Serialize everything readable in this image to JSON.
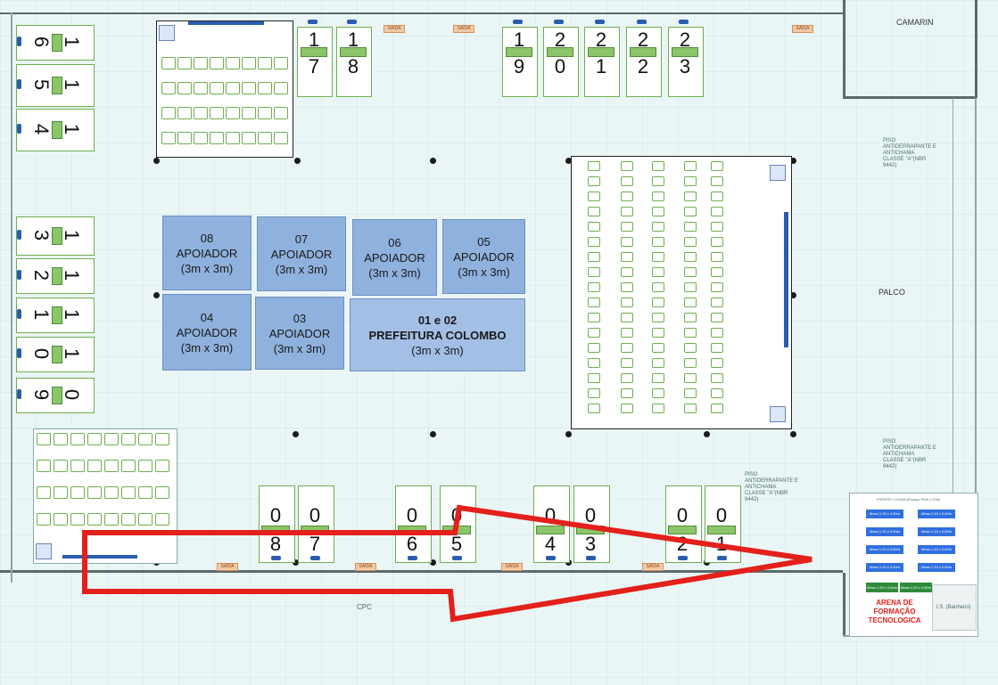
{
  "title_top_right": "CAMARIN",
  "room_label": "PALCO",
  "cpc_label": "CPC",
  "saida_label": "SAÍDA",
  "floor_note": "PISO ANTIDERRAPANTE E ANTICHAMA CLASSE \"A\"(NBR 9442)",
  "stands": [
    {
      "id": "08",
      "line1": "08",
      "line2": "APOIADOR",
      "line3": "(3m x 3m)"
    },
    {
      "id": "07",
      "line1": "07",
      "line2": "APOIADOR",
      "line3": "(3m x 3m)"
    },
    {
      "id": "06",
      "line1": "06",
      "line2": "APOIADOR",
      "line3": "(3m x 3m)"
    },
    {
      "id": "05",
      "line1": "05",
      "line2": "APOIADOR",
      "line3": "(3m x 3m)"
    },
    {
      "id": "04",
      "line1": "04",
      "line2": "APOIADOR",
      "line3": "(3m x 3m)"
    },
    {
      "id": "03",
      "line1": "03",
      "line2": "APOIADOR",
      "line3": "(3m x 3m)"
    },
    {
      "id": "0102",
      "line1": "01 e 02",
      "line2": "PREFEITURA COLOMBO",
      "line3": "(3m x 3m)"
    }
  ],
  "left_booths": [
    {
      "a": "6",
      "b": "1"
    },
    {
      "a": "5",
      "b": "1"
    },
    {
      "a": "4",
      "b": "1"
    },
    {
      "a": "3",
      "b": "1"
    },
    {
      "a": "2",
      "b": "1"
    },
    {
      "a": "1",
      "b": "1"
    },
    {
      "a": "0",
      "b": "1"
    },
    {
      "a": "9",
      "b": "0"
    }
  ],
  "top_booths": [
    {
      "a": "1",
      "b": "7"
    },
    {
      "a": "1",
      "b": "8"
    },
    {
      "a": "1",
      "b": "9"
    },
    {
      "a": "2",
      "b": "0"
    },
    {
      "a": "2",
      "b": "1"
    },
    {
      "a": "2",
      "b": "2"
    },
    {
      "a": "2",
      "b": "3"
    }
  ],
  "bottom_booths": [
    {
      "a": "0",
      "b": "8"
    },
    {
      "a": "0",
      "b": "7"
    },
    {
      "a": "0",
      "b": "6"
    },
    {
      "a": "0",
      "b": "5"
    },
    {
      "a": "0",
      "b": "4"
    },
    {
      "a": "0",
      "b": "3"
    },
    {
      "a": "0",
      "b": "2"
    },
    {
      "a": "0",
      "b": "1"
    }
  ],
  "arena": {
    "header": "FRENTE / LOUSA (Espaço Print 1,20m)",
    "title_line1": "ARENA DE",
    "title_line2": "FORMAÇÃO",
    "title_line3": "TECNOLOGICA",
    "mesa_label": "Mesa 1,20 x 0,60m",
    "green_label": "Mesa 1,20 x 0,60m",
    "side_label": "I.S. (Banheiro)"
  },
  "colors": {
    "arrow": "#e3201b",
    "stand": "#8fb1dd",
    "booth_green": "#8cc56a",
    "blue_mark": "#2a5db0"
  }
}
